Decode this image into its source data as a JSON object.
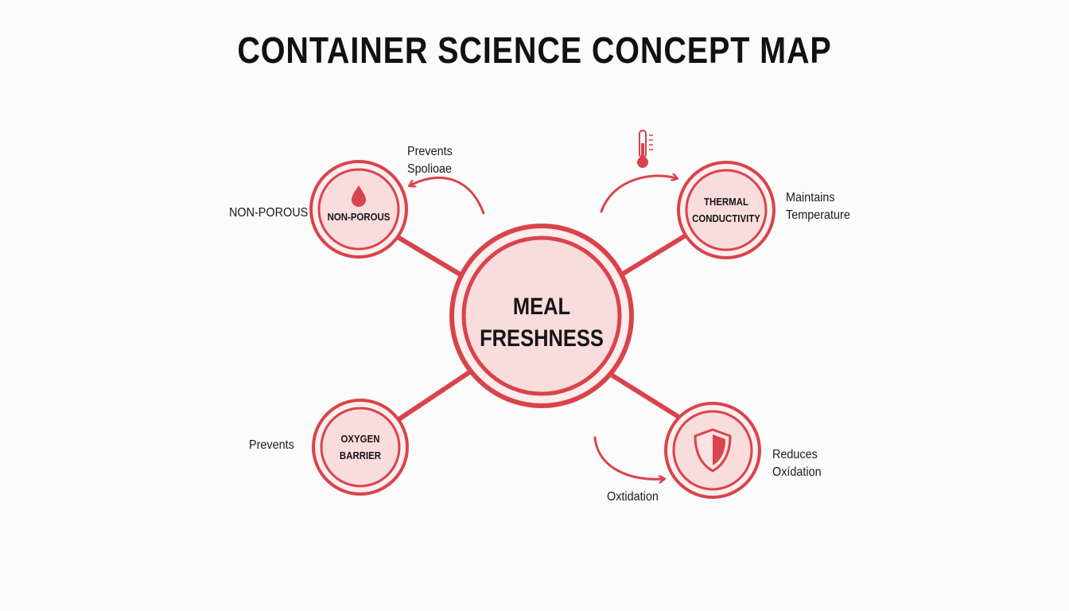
{
  "title": "CONTAINER SCIENCE CONCEPT MAP",
  "colors": {
    "accent": "#d9434b",
    "node_fill": "#f9dcdc",
    "node_ring": "#ffffff",
    "background": "#fbfbfb"
  },
  "center": {
    "line1": "MEAL",
    "line2": "FRESHNESS"
  },
  "nodes": {
    "non_porous": {
      "label": "NON-POROUS",
      "icon": "water-drop-icon",
      "side_label": "NON-POROUS",
      "annotation_line1": "Prevents",
      "annotation_line2": "Spolioae"
    },
    "thermal": {
      "label_line1": "THERMAL",
      "label_line2": "CONDUCTIVITY",
      "icon": "thermometer-icon",
      "side_line1": "Maintains",
      "side_line2": "Temperature"
    },
    "oxygen": {
      "label_line1": "OXYGEN",
      "label_line2": "BARRIER",
      "side_label": "Prevents"
    },
    "oxidation": {
      "icon": "shield-icon",
      "side_line1": "Reduces",
      "side_line2": "Oxídation",
      "annotation": "Oxtidation"
    }
  }
}
